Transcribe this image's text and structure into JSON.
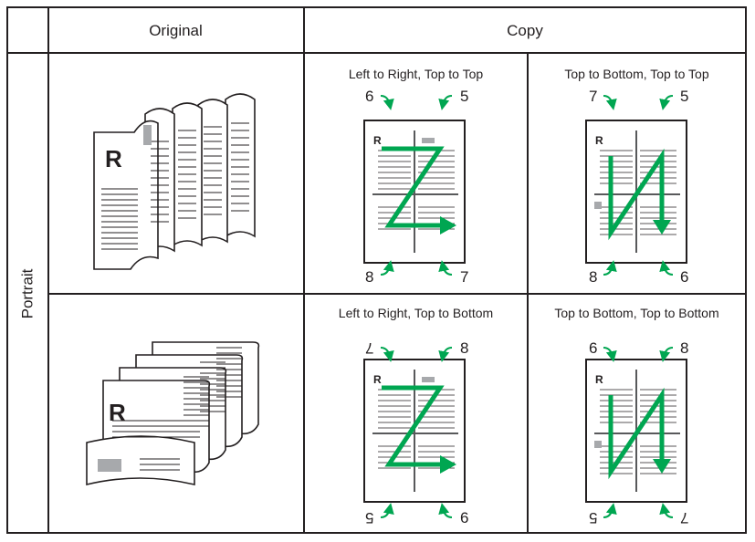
{
  "header": {
    "original": "Original",
    "copy": "Copy"
  },
  "rows": [
    {
      "label": "Portrait",
      "original_letter": "R",
      "copies": [
        {
          "caption": "Left to Right, Top to Top",
          "page_letter": "R",
          "top_left": "6",
          "top_right": "5",
          "bottom_left": "8",
          "bottom_right": "7",
          "pattern": "Z"
        },
        {
          "caption": "Top to Bottom, Top to Top",
          "page_letter": "R",
          "top_left": "7",
          "top_right": "5",
          "bottom_left": "8",
          "bottom_right": "6",
          "pattern": "N"
        }
      ]
    },
    {
      "original_letter": "R",
      "copies": [
        {
          "caption": "Left to Right, Top to Bottom",
          "page_letter": "R",
          "top_left": "7",
          "top_right": "8",
          "bottom_left": "5",
          "bottom_right": "6",
          "pattern": "Z"
        },
        {
          "caption": "Top to Bottom, Top to Bottom",
          "page_letter": "R",
          "top_left": "6",
          "top_right": "8",
          "bottom_left": "5",
          "bottom_right": "7",
          "pattern": "N"
        }
      ]
    }
  ],
  "colors": {
    "arrow": "#00a651",
    "line": "#231f20",
    "gray_block": "#a7a9ac"
  }
}
